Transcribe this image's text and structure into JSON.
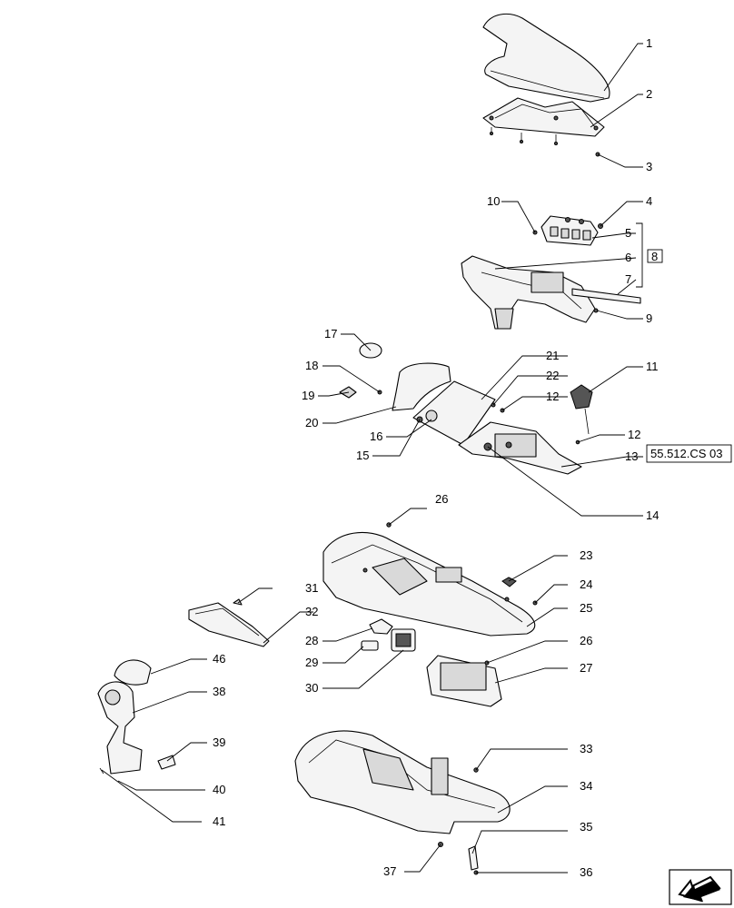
{
  "labels": {
    "l1": "1",
    "l2": "2",
    "l3": "3",
    "l4": "4",
    "l5": "5",
    "l6": "6",
    "l7": "7",
    "l8": "8",
    "l9": "9",
    "l10": "10",
    "l11": "11",
    "l12a": "12",
    "l12b": "12",
    "l13": "13",
    "l14": "14",
    "l15": "15",
    "l16": "16",
    "l17": "17",
    "l18": "18",
    "l19": "19",
    "l20": "20",
    "l21": "21",
    "l22": "22",
    "l23": "23",
    "l24": "24",
    "l25": "25",
    "l26a": "26",
    "l26b": "26",
    "l27": "27",
    "l28": "28",
    "l29": "29",
    "l30": "30",
    "l31": "31",
    "l32": "32",
    "l33": "33",
    "l34": "34",
    "l35": "35",
    "l36": "36",
    "l37": "37",
    "l38": "38",
    "l39": "39",
    "l40": "40",
    "l41": "41",
    "l46": "46"
  },
  "reference": "55.512.CS 03",
  "nav_icon": "arrow-navigation-icon"
}
